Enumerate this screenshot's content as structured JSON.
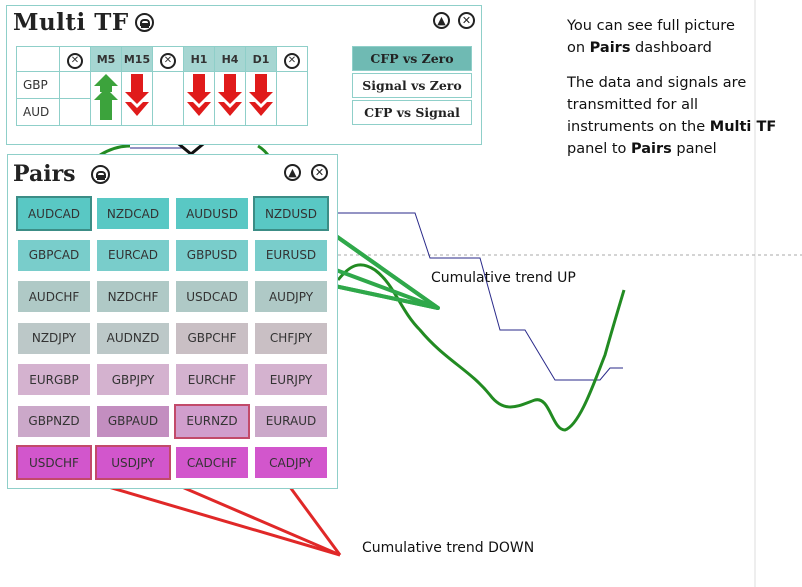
{
  "multi_tf": {
    "title": "Multi TF",
    "timeframes": [
      "M5",
      "M15",
      "H1",
      "H4",
      "D1"
    ],
    "rows": [
      {
        "symbol": "GBP",
        "signals": [
          "up",
          "down",
          "",
          "down",
          "down",
          "down"
        ]
      },
      {
        "symbol": "AUD",
        "signals": [
          "",
          "",
          "",
          "",
          "",
          ""
        ]
      }
    ],
    "modes": [
      {
        "label": "CFP vs Zero",
        "active": true
      },
      {
        "label": "Signal vs Zero",
        "active": false
      },
      {
        "label": "CFP vs Signal",
        "active": false
      }
    ]
  },
  "pairs": {
    "title": "Pairs",
    "items": [
      {
        "label": "AUDCAD",
        "color": "#59c8c4",
        "selected": true
      },
      {
        "label": "NZDCAD",
        "color": "#59c8c4"
      },
      {
        "label": "AUDUSD",
        "color": "#59c8c4"
      },
      {
        "label": "NZDUSD",
        "color": "#59c8c4",
        "selected": true
      },
      {
        "label": "GBPCAD",
        "color": "#79cdcb"
      },
      {
        "label": "EURCAD",
        "color": "#79cdcb"
      },
      {
        "label": "GBPUSD",
        "color": "#79cdcb"
      },
      {
        "label": "EURUSD",
        "color": "#79cdcb"
      },
      {
        "label": "AUDCHF",
        "color": "#afc9c6"
      },
      {
        "label": "NZDCHF",
        "color": "#afc9c6"
      },
      {
        "label": "USDCAD",
        "color": "#afc9c6"
      },
      {
        "label": "AUDJPY",
        "color": "#afc9c6"
      },
      {
        "label": "NZDJPY",
        "color": "#bcc8c8"
      },
      {
        "label": "AUDNZD",
        "color": "#bcc8c8"
      },
      {
        "label": "GBPCHF",
        "color": "#c9bfc4"
      },
      {
        "label": "CHFJPY",
        "color": "#c9bfc4"
      },
      {
        "label": "EURGBP",
        "color": "#d4b2cf"
      },
      {
        "label": "GBPJPY",
        "color": "#d4b2cf"
      },
      {
        "label": "EURCHF",
        "color": "#d4b2cf"
      },
      {
        "label": "EURJPY",
        "color": "#d4b2cf"
      },
      {
        "label": "GBPNZD",
        "color": "#cba8c9"
      },
      {
        "label": "GBPAUD",
        "color": "#c38ec0"
      },
      {
        "label": "EURNZD",
        "color": "#d19ecd",
        "selected_red": true
      },
      {
        "label": "EURAUD",
        "color": "#cba8c9"
      },
      {
        "label": "USDCHF",
        "color": "#d256cc",
        "selected_red": true
      },
      {
        "label": "USDJPY",
        "color": "#d256cc",
        "selected_red": true
      },
      {
        "label": "CADCHF",
        "color": "#d256cc"
      },
      {
        "label": "CADJPY",
        "color": "#d256cc"
      }
    ]
  },
  "notes": {
    "line1a": "You can see full picture",
    "line1b_pre": "on ",
    "line1b_bold": "Pairs",
    "line1b_post": " dashboard",
    "line2a": "The data and signals are",
    "line2b": "transmitted for all",
    "line2c_pre": "instruments on the ",
    "line2c_bold": "Multi TF",
    "line2d_pre": "panel to ",
    "line2d_bold": "Pairs",
    "line2d_post": " panel"
  },
  "annotations": {
    "trend_up": "Cumulative trend UP",
    "trend_down": "Cumulative trend DOWN"
  },
  "colors": {
    "up_arrow": "#3ca33c",
    "down_arrow": "#e01b1b",
    "green_line": "#228b22",
    "blue_line": "#2a2a8a",
    "red_pointer": "#e02828",
    "green_pointer": "#2fa84a"
  }
}
